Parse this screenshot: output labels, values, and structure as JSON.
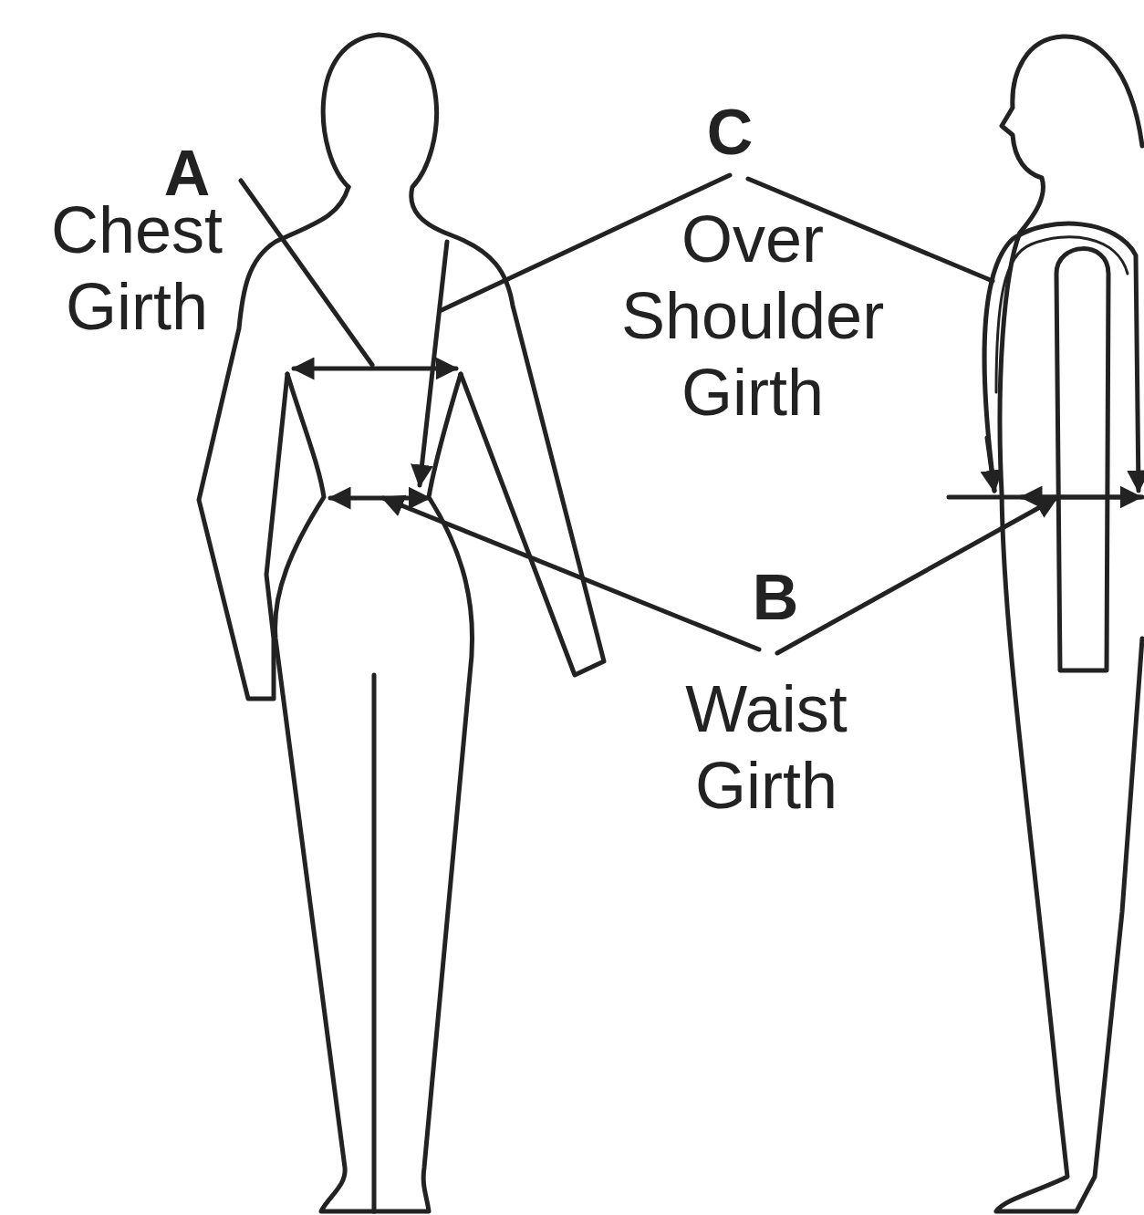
{
  "diagram": {
    "labels": [
      "A",
      "Chest Girth",
      "C",
      "Over Shoulder Girth",
      "B",
      "Waist Girth"
    ]
  }
}
